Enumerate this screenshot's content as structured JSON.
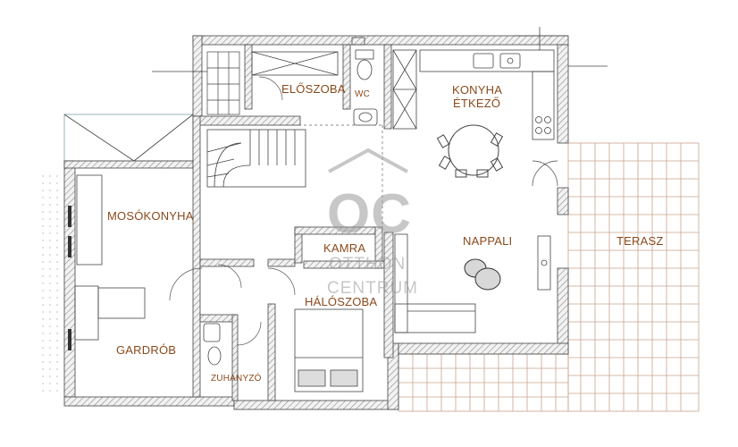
{
  "plan": {
    "rooms": {
      "eloszoba": "ELŐSZOBA",
      "wc": "WC",
      "konyha": "KONYHA",
      "etkezo": "ÉTKEZŐ",
      "mosokonyha": "MOSÓKONYHA",
      "kamra": "KAMRA",
      "nappali": "NAPPALI",
      "terasz": "TERASZ",
      "haloszoba": "HÁLÓSZOBA",
      "gardrob": "GARDRÓB",
      "zuhanyzo": "ZUHANYZÓ"
    }
  },
  "watermark": {
    "logo": "OC",
    "line1": "OTTHON",
    "line2": "CENTRUM"
  },
  "colors": {
    "wall": "#555555",
    "label": "#8a4a1c",
    "terrace_line": "#c9a48e",
    "watermark": "#9a9a9a"
  }
}
